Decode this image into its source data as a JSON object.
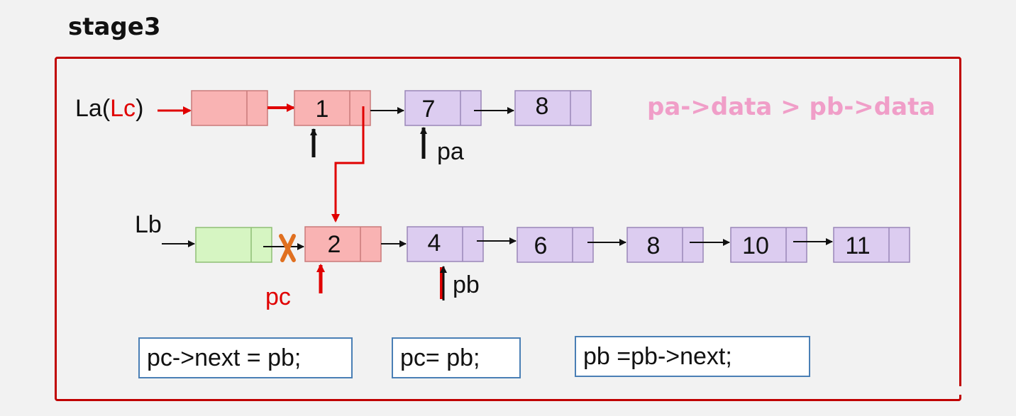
{
  "title": "stage3",
  "condition": "pa->data > pb->data",
  "list_a": {
    "label_main": "La(",
    "label_highlight": "Lc",
    "label_close": ")",
    "nodes": [
      "",
      "1",
      "7",
      "8"
    ]
  },
  "list_b": {
    "label": "Lb",
    "nodes": [
      "",
      "2",
      "4",
      "6",
      "8",
      "10",
      "11"
    ]
  },
  "pointers": {
    "pa": "pa",
    "pb": "pb",
    "pc": "pc"
  },
  "statements": [
    "pc->next = pb;",
    "pc= pb;",
    "pb =pb->next;"
  ],
  "colors": {
    "frame": "#c00000",
    "head_a_fill": "#f9b3b3",
    "highlight_fill": "#f9b3b3",
    "purple_fill": "#dcccf0",
    "head_b_fill": "#d6f5c2",
    "condition": "#f09ec8",
    "pointer_red": "#e00000",
    "cross": "#e07020"
  }
}
